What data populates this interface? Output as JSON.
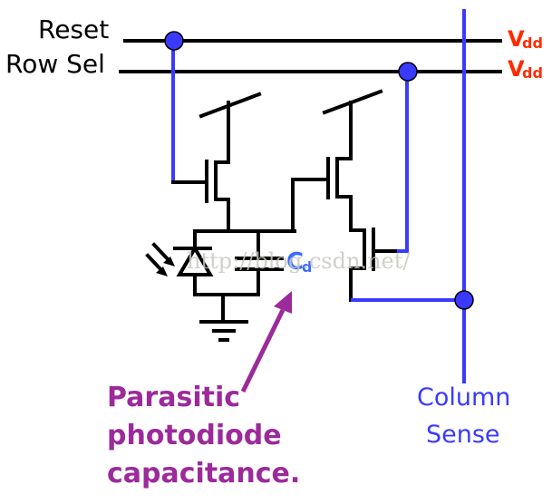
{
  "diagram": {
    "type": "circuit-schematic",
    "title": "3T active pixel sensor (photodiode pixel)",
    "labels": {
      "reset": "Reset",
      "row_sel": "Row Sel",
      "vdd_top_main": "V",
      "vdd_top_sub": "dd",
      "vdd_row_main": "V",
      "vdd_row_sub": "dd",
      "cap_main": "C",
      "cap_sub": "d",
      "column_line1": "Column",
      "column_line2": "Sense",
      "annotation_line1": "Parasitic",
      "annotation_line2": "photodiode",
      "annotation_line3": "capacitance.",
      "watermark": "http://blog.csdn.net/"
    },
    "colors": {
      "wire": "#000000",
      "signal_wire": "#3a3aff",
      "vdd_label": "#ff2a00",
      "cap_label": "#3a6cff",
      "annotation": "#9b2a9b"
    },
    "components": [
      {
        "name": "reset-transistor",
        "kind": "nmos"
      },
      {
        "name": "source-follower-transistor",
        "kind": "nmos"
      },
      {
        "name": "row-select-transistor",
        "kind": "nmos"
      },
      {
        "name": "photodiode",
        "kind": "photodiode"
      },
      {
        "name": "parasitic-capacitor",
        "kind": "capacitor"
      },
      {
        "name": "ground",
        "kind": "ground"
      }
    ]
  }
}
